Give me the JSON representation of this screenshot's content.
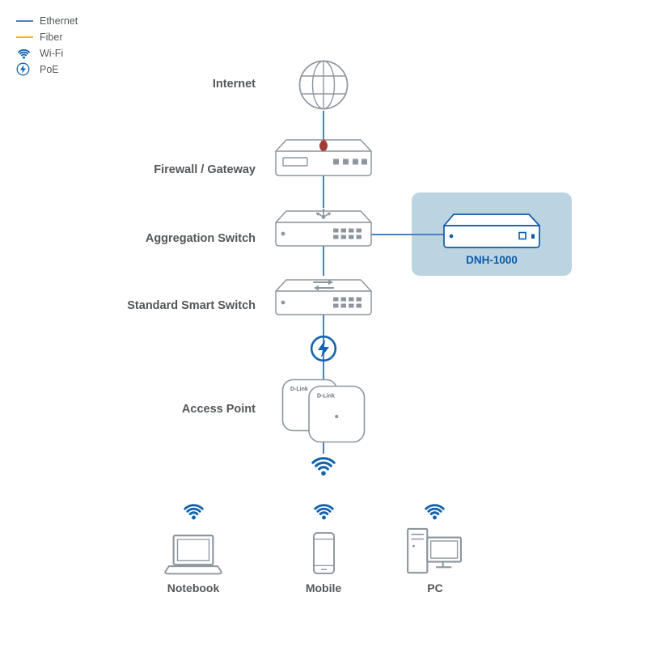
{
  "colors": {
    "ethernet_line": "#4a80bf",
    "fiber_line": "#f2b126",
    "wifi_blue": "#1464ad",
    "device_gray": "#8d969f",
    "label_text": "#53575a",
    "dnh_highlight": "#bcd3e1",
    "dnh_blue": "#0d5ba8",
    "flame_red": "#a23c38"
  },
  "legend": {
    "items": [
      {
        "id": "ethernet",
        "label": "Ethernet"
      },
      {
        "id": "fiber",
        "label": "Fiber"
      },
      {
        "id": "wifi",
        "label": "Wi-Fi"
      },
      {
        "id": "poe",
        "label": "PoE"
      }
    ]
  },
  "nodes": {
    "internet": {
      "label": "Internet"
    },
    "firewall": {
      "label": "Firewall / Gateway"
    },
    "aggregation_switch": {
      "label": "Aggregation Switch"
    },
    "dnh": {
      "label": "DNH-1000"
    },
    "smart_switch": {
      "label": "Standard Smart Switch"
    },
    "access_point": {
      "label": "Access Point",
      "brand": "D-Link"
    },
    "endpoints": [
      {
        "id": "notebook",
        "label": "Notebook"
      },
      {
        "id": "mobile",
        "label": "Mobile"
      },
      {
        "id": "pc",
        "label": "PC"
      }
    ]
  },
  "links": [
    {
      "from": "internet",
      "to": "firewall",
      "type": "ethernet"
    },
    {
      "from": "firewall",
      "to": "aggregation_switch",
      "type": "ethernet"
    },
    {
      "from": "aggregation_switch",
      "to": "dnh",
      "type": "ethernet"
    },
    {
      "from": "aggregation_switch",
      "to": "smart_switch",
      "type": "ethernet"
    },
    {
      "from": "smart_switch",
      "to": "access_point",
      "type": "ethernet",
      "badge": "poe"
    },
    {
      "from": "access_point",
      "to": "endpoints",
      "type": "wifi"
    }
  ]
}
